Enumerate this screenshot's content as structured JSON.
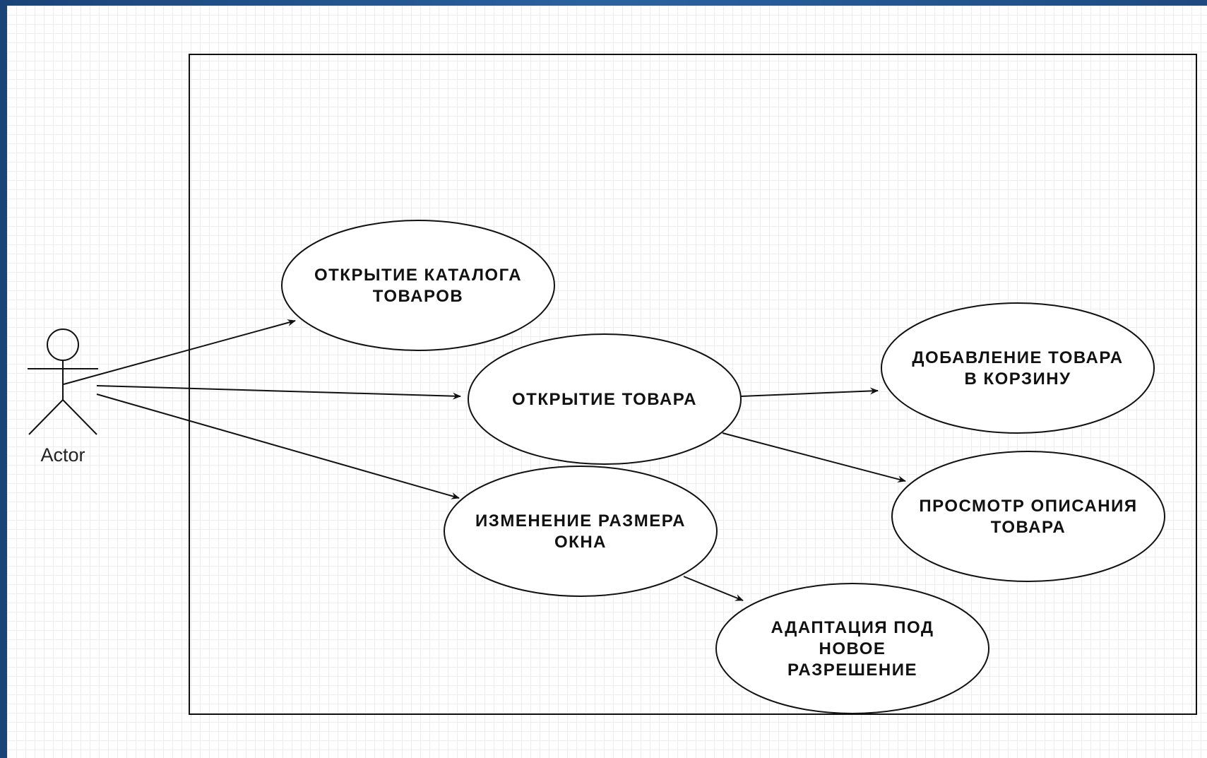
{
  "actor": {
    "label": "Actor"
  },
  "use_cases": [
    {
      "id": "catalog",
      "lines": [
        "ОТКРЫТИЕ КАТАЛОГА",
        "ТОВАРОВ"
      ]
    },
    {
      "id": "product",
      "lines": [
        "ОТКРЫТИЕ ТОВАРА"
      ]
    },
    {
      "id": "cart",
      "lines": [
        "ДОБАВЛЕНИЕ ТОВАРА",
        "В КОРЗИНУ"
      ]
    },
    {
      "id": "describe",
      "lines": [
        "ПРОСМОТР ОПИСАНИЯ",
        "ТОВАРА"
      ]
    },
    {
      "id": "resize",
      "lines": [
        "ИЗМЕНЕНИЕ РАЗМЕРА",
        "ОКНА"
      ]
    },
    {
      "id": "adapt",
      "lines": [
        "АДАПТАЦИЯ ПОД",
        "НОВОЕ",
        "РАЗРЕШЕНИЕ"
      ]
    }
  ],
  "relations": [
    {
      "from": "actor",
      "to": "catalog"
    },
    {
      "from": "actor",
      "to": "product"
    },
    {
      "from": "actor",
      "to": "resize"
    },
    {
      "from": "product",
      "to": "cart"
    },
    {
      "from": "product",
      "to": "describe"
    },
    {
      "from": "resize",
      "to": "adapt"
    }
  ]
}
